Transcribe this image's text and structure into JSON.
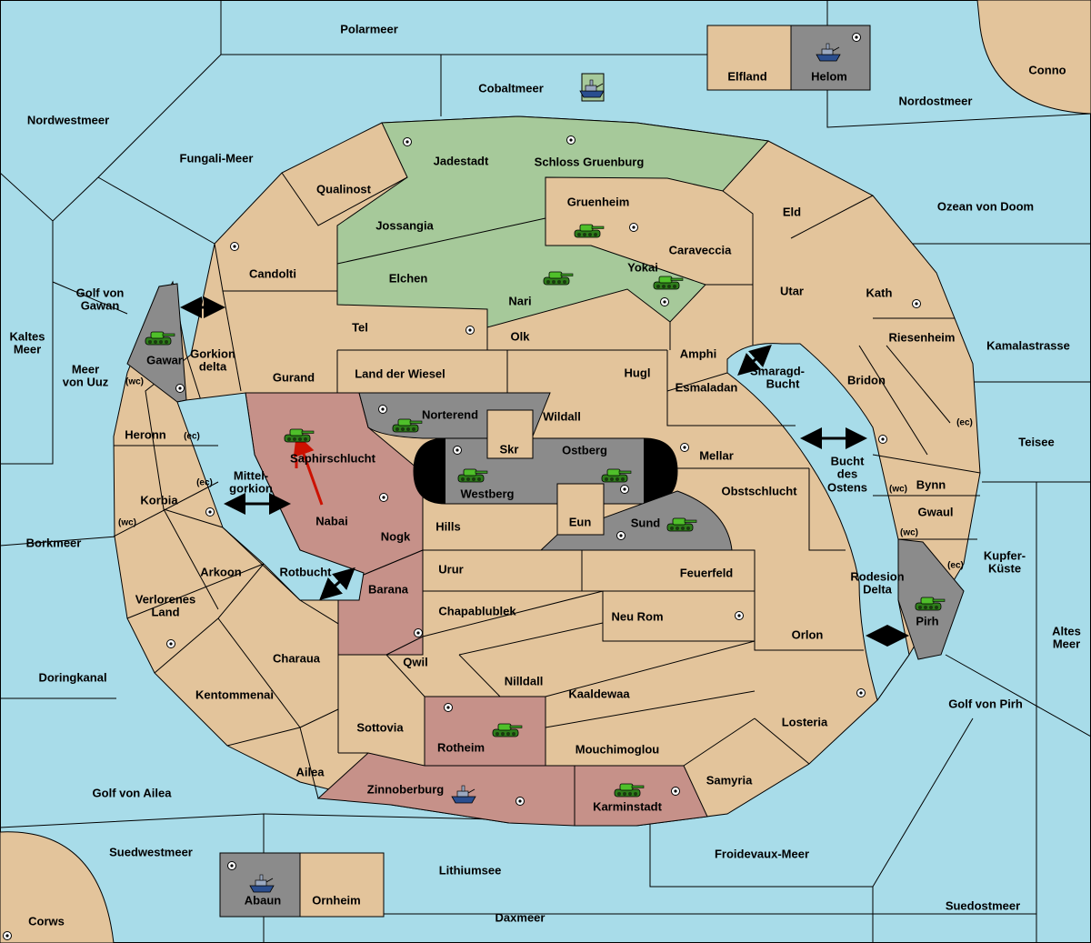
{
  "colors": {
    "sea": "#a8dce9",
    "land": "#e3c49b",
    "green_power": "#a6c99a",
    "red_power": "#c69189",
    "gray_power": "#8b8b8b",
    "arrow_red": "#cc1100"
  },
  "seas": {
    "polarmeer": "Polarmeer",
    "cobaltmeer": "Cobaltmeer",
    "nordwestmeer": "Nordwestmeer",
    "fungali": "Fungali-Meer",
    "nordostmeer": "Nordostmeer",
    "ozean": "Ozean von Doom",
    "kamala": "Kamalastrasse",
    "teisee": "Teisee",
    "kupfer1": "Kupfer-",
    "kupfer2": "Küste",
    "altes1": "Altes",
    "altes2": "Meer",
    "golfpirh": "Golf von Pirh",
    "suedost": "Suedostmeer",
    "froidevaux": "Froidevaux-Meer",
    "daxmeer": "Daxmeer",
    "lithium": "Lithiumsee",
    "suedwest": "Suedwestmeer",
    "golfailea": "Golf von Ailea",
    "doring": "Doringkanal",
    "bork": "Borkmeer",
    "kaltes1": "Kaltes",
    "kaltes2": "Meer",
    "meeruuz1": "Meer",
    "meeruuz2": "von Uuz",
    "golfgawan1": "Golf von",
    "golfgawan2": "Gawan",
    "gorkion1": "Gorkion",
    "gorkion2": "delta",
    "mittel1": "Mittel-",
    "mittel2": "gorkion",
    "rotbucht": "Rotbucht",
    "smaragd1": "Smaragd-",
    "smaragd2": "Bucht",
    "bucht1": "Bucht",
    "bucht2": "des",
    "bucht3": "Ostens",
    "rodesion1": "Rodesion",
    "rodesion2": "Delta"
  },
  "lands": {
    "conno": "Conno",
    "elfland": "Elfland",
    "helom": "Helom",
    "jadestadt": "Jadestadt",
    "schloss": "Schloss Gruenburg",
    "qualinost": "Qualinost",
    "jossangia": "Jossangia",
    "gruenheim": "Gruenheim",
    "eld": "Eld",
    "caraveccia": "Caraveccia",
    "candolti": "Candolti",
    "elchen": "Elchen",
    "yokai": "Yokai",
    "nari": "Nari",
    "utar": "Utar",
    "kath": "Kath",
    "tel": "Tel",
    "olk": "Olk",
    "riesenheim": "Riesenheim",
    "amphi": "Amphi",
    "gawar": "Gawar",
    "gurand": "Gurand",
    "wiesel": "Land der Wiesel",
    "hugl": "Hugl",
    "bridon": "Bridon",
    "esmaladan": "Esmaladan",
    "norterend": "Norterend",
    "wildall": "Wildall",
    "heronn": "Heronn",
    "skr": "Skr",
    "ostberg": "Ostberg",
    "mellar": "Mellar",
    "saphir": "Saphirschlucht",
    "westberg": "Westberg",
    "obst": "Obstschlucht",
    "bynn": "Bynn",
    "korbia": "Korbia",
    "nabai": "Nabai",
    "hills": "Hills",
    "eun": "Eun",
    "sund": "Sund",
    "gwaul": "Gwaul",
    "nogk": "Nogk",
    "arkoon": "Arkoon",
    "urur": "Urur",
    "feuerfeld": "Feuerfeld",
    "barana": "Barana",
    "verlorenes1": "Verlorenes",
    "verlorenes2": "Land",
    "chapa": "Chapablublek",
    "neurom": "Neu Rom",
    "pirh": "Pirh",
    "orlon": "Orlon",
    "charaua": "Charaua",
    "qwil": "Qwil",
    "nilldall": "Nilldall",
    "kentom": "Kentommenai",
    "kaaldewaa": "Kaaldewaa",
    "sottovia": "Sottovia",
    "losteria": "Losteria",
    "rotheim": "Rotheim",
    "mouchi": "Mouchimoglou",
    "ailea": "Ailea",
    "samyria": "Samyria",
    "zinnober": "Zinnoberburg",
    "karmin": "Karminstadt",
    "abaun": "Abaun",
    "ornheim": "Ornheim",
    "corws": "Corws"
  },
  "coasts": {
    "gawar_wc": "(wc)",
    "heronn_ec": "(ec)",
    "korbia_ec": "(ec)",
    "korbia_wc": "(wc)",
    "bynn_ec": "(ec)",
    "bynn_wc": "(wc)",
    "gwaul_wc": "(wc)",
    "pirh_ec": "(ec)"
  },
  "units": [
    {
      "type": "tank-icon",
      "region": "Gruenheim"
    },
    {
      "type": "tank-icon",
      "region": "Nari"
    },
    {
      "type": "tank-icon",
      "region": "Yokai"
    },
    {
      "type": "tank-icon",
      "region": "Gawar"
    },
    {
      "type": "tank-icon",
      "region": "Norterend"
    },
    {
      "type": "tank-icon",
      "region": "Saphirschlucht"
    },
    {
      "type": "tank-icon",
      "region": "Westberg"
    },
    {
      "type": "tank-icon",
      "region": "Ostberg"
    },
    {
      "type": "tank-icon",
      "region": "Sund"
    },
    {
      "type": "tank-icon",
      "region": "Pirh"
    },
    {
      "type": "tank-icon",
      "region": "Rotheim"
    },
    {
      "type": "tank-icon",
      "region": "Karminstadt"
    },
    {
      "type": "ship-icon",
      "region": "Helom"
    },
    {
      "type": "ship-icon",
      "region": "Cobaltmeer"
    },
    {
      "type": "ship-icon",
      "region": "Zinnoberburg"
    },
    {
      "type": "ship-icon",
      "region": "Abaun"
    }
  ],
  "orders": [
    {
      "type": "move-arrow",
      "from": "Nabai",
      "to": "Saphirschlucht"
    }
  ]
}
